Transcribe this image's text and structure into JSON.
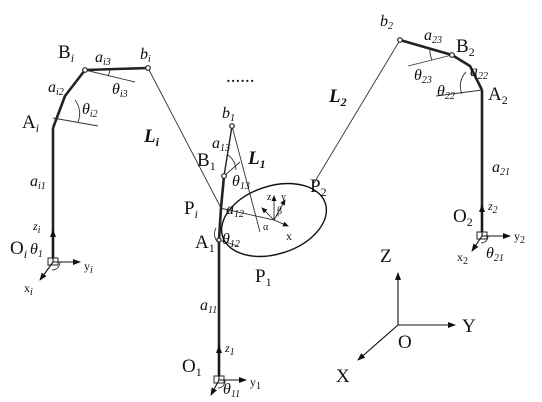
{
  "labels": {
    "dots": "......",
    "Bi": "B",
    "Bi_sub": "i",
    "ai3": "a",
    "ai3_sub": "i3",
    "bi": "b",
    "bi_sub": "i",
    "ai2": "a",
    "ai2_sub": "i2",
    "thi3": "θ",
    "thi3_sub": "i3",
    "thi2": "θ",
    "thi2_sub": "i2",
    "Ai": "A",
    "Ai_sub": "i",
    "ai1": "a",
    "ai1_sub": "i1",
    "zi": "z",
    "zi_sub": "i",
    "Oi": "O",
    "Oi_sub": "i",
    "thi1": "θ",
    "thi1_sub": "1",
    "yi": "y",
    "yi_sub": "i",
    "xi": "x",
    "xi_sub": "i",
    "Li": "L",
    "Li_sub": "i",
    "b1": "b",
    "b1_sub": "1",
    "a13": "a",
    "a13_sub": "13",
    "B1": "B",
    "B1_sub": "1",
    "L1": "L",
    "L1_sub": "1",
    "th13": "θ",
    "th13_sub": "13",
    "Pi": "P",
    "Pi_sub": "i",
    "a12": "a",
    "a12_sub": "12",
    "A1": "A",
    "A1_sub": "1",
    "th12": "θ",
    "th12_sub": "12",
    "z_small": "z",
    "y_small": "y",
    "beta": "β",
    "alpha": "α",
    "x_small": "x",
    "P2": "P",
    "P2_sub": "2",
    "P1": "P",
    "P1_sub": "1",
    "a11": "a",
    "a11_sub": "11",
    "z1": "z",
    "z1_sub": "1",
    "O1": "O",
    "O1_sub": "1",
    "y1": "y",
    "y1_sub": "1",
    "th11": "θ",
    "th11_sub": "11",
    "L2": "L",
    "L2_sub": "2",
    "b2": "b",
    "b2_sub": "2",
    "a23": "a",
    "a23_sub": "23",
    "B2": "B",
    "B2_sub": "2",
    "th23": "θ",
    "th23_sub": "23",
    "a22": "a",
    "a22_sub": "22",
    "th22": "θ",
    "th22_sub": "22",
    "A2": "A",
    "A2_sub": "2",
    "a21": "a",
    "a21_sub": "21",
    "z2": "z",
    "z2_sub": "2",
    "O2": "O",
    "O2_sub": "2",
    "y2": "y",
    "y2_sub": "2",
    "x2": "x",
    "x2_sub": "2",
    "th21": "θ",
    "th21_sub": "21",
    "Z": "Z",
    "Y": "Y",
    "O": "O",
    "X": "X"
  }
}
